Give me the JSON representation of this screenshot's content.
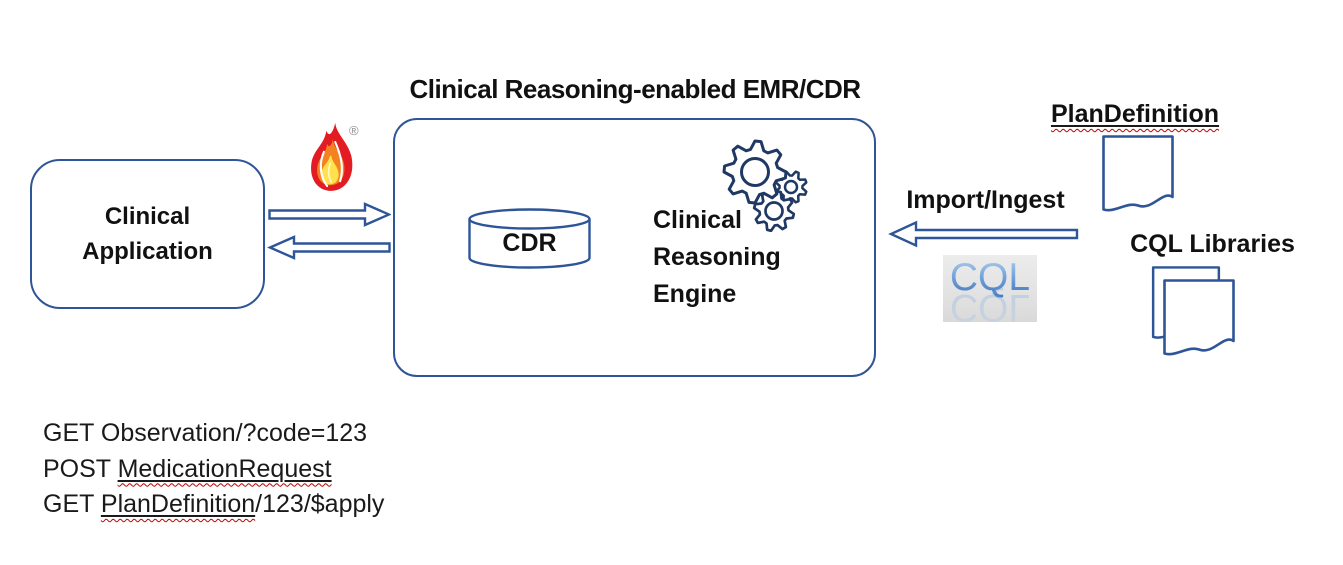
{
  "diagram": {
    "title": "Clinical Reasoning-enabled EMR/CDR",
    "clinical_application": {
      "label": "Clinical Application"
    },
    "emr": {
      "cdr_label": "CDR",
      "engine_label": "Clinical Reasoning Engine"
    },
    "fhir_mark": "®",
    "import_label": "Import/Ingest",
    "cql_logo_text": "CQL",
    "plan_definition_label": "PlanDefinition",
    "cql_libraries_label": "CQL Libraries",
    "api_lines": [
      {
        "pre": "GET Observation/?code=123",
        "underlined": "",
        "post": ""
      },
      {
        "pre": "POST ",
        "underlined": "MedicationRequest",
        "post": ""
      },
      {
        "pre": "GET ",
        "underlined": "PlanDefinition",
        "post": "/123/$apply"
      }
    ],
    "colors": {
      "outline_blue": "#2E5597",
      "gear_navy": "#1F3864",
      "squiggle_red": "#C00000",
      "flame_red": "#E31B23",
      "flame_orange": "#F58220",
      "flame_yellow": "#FFE97F",
      "cql_box_gray": "#E4E4E4",
      "cql_text_blue": "#3F76BF",
      "text_black": "#1A1A1A"
    }
  }
}
